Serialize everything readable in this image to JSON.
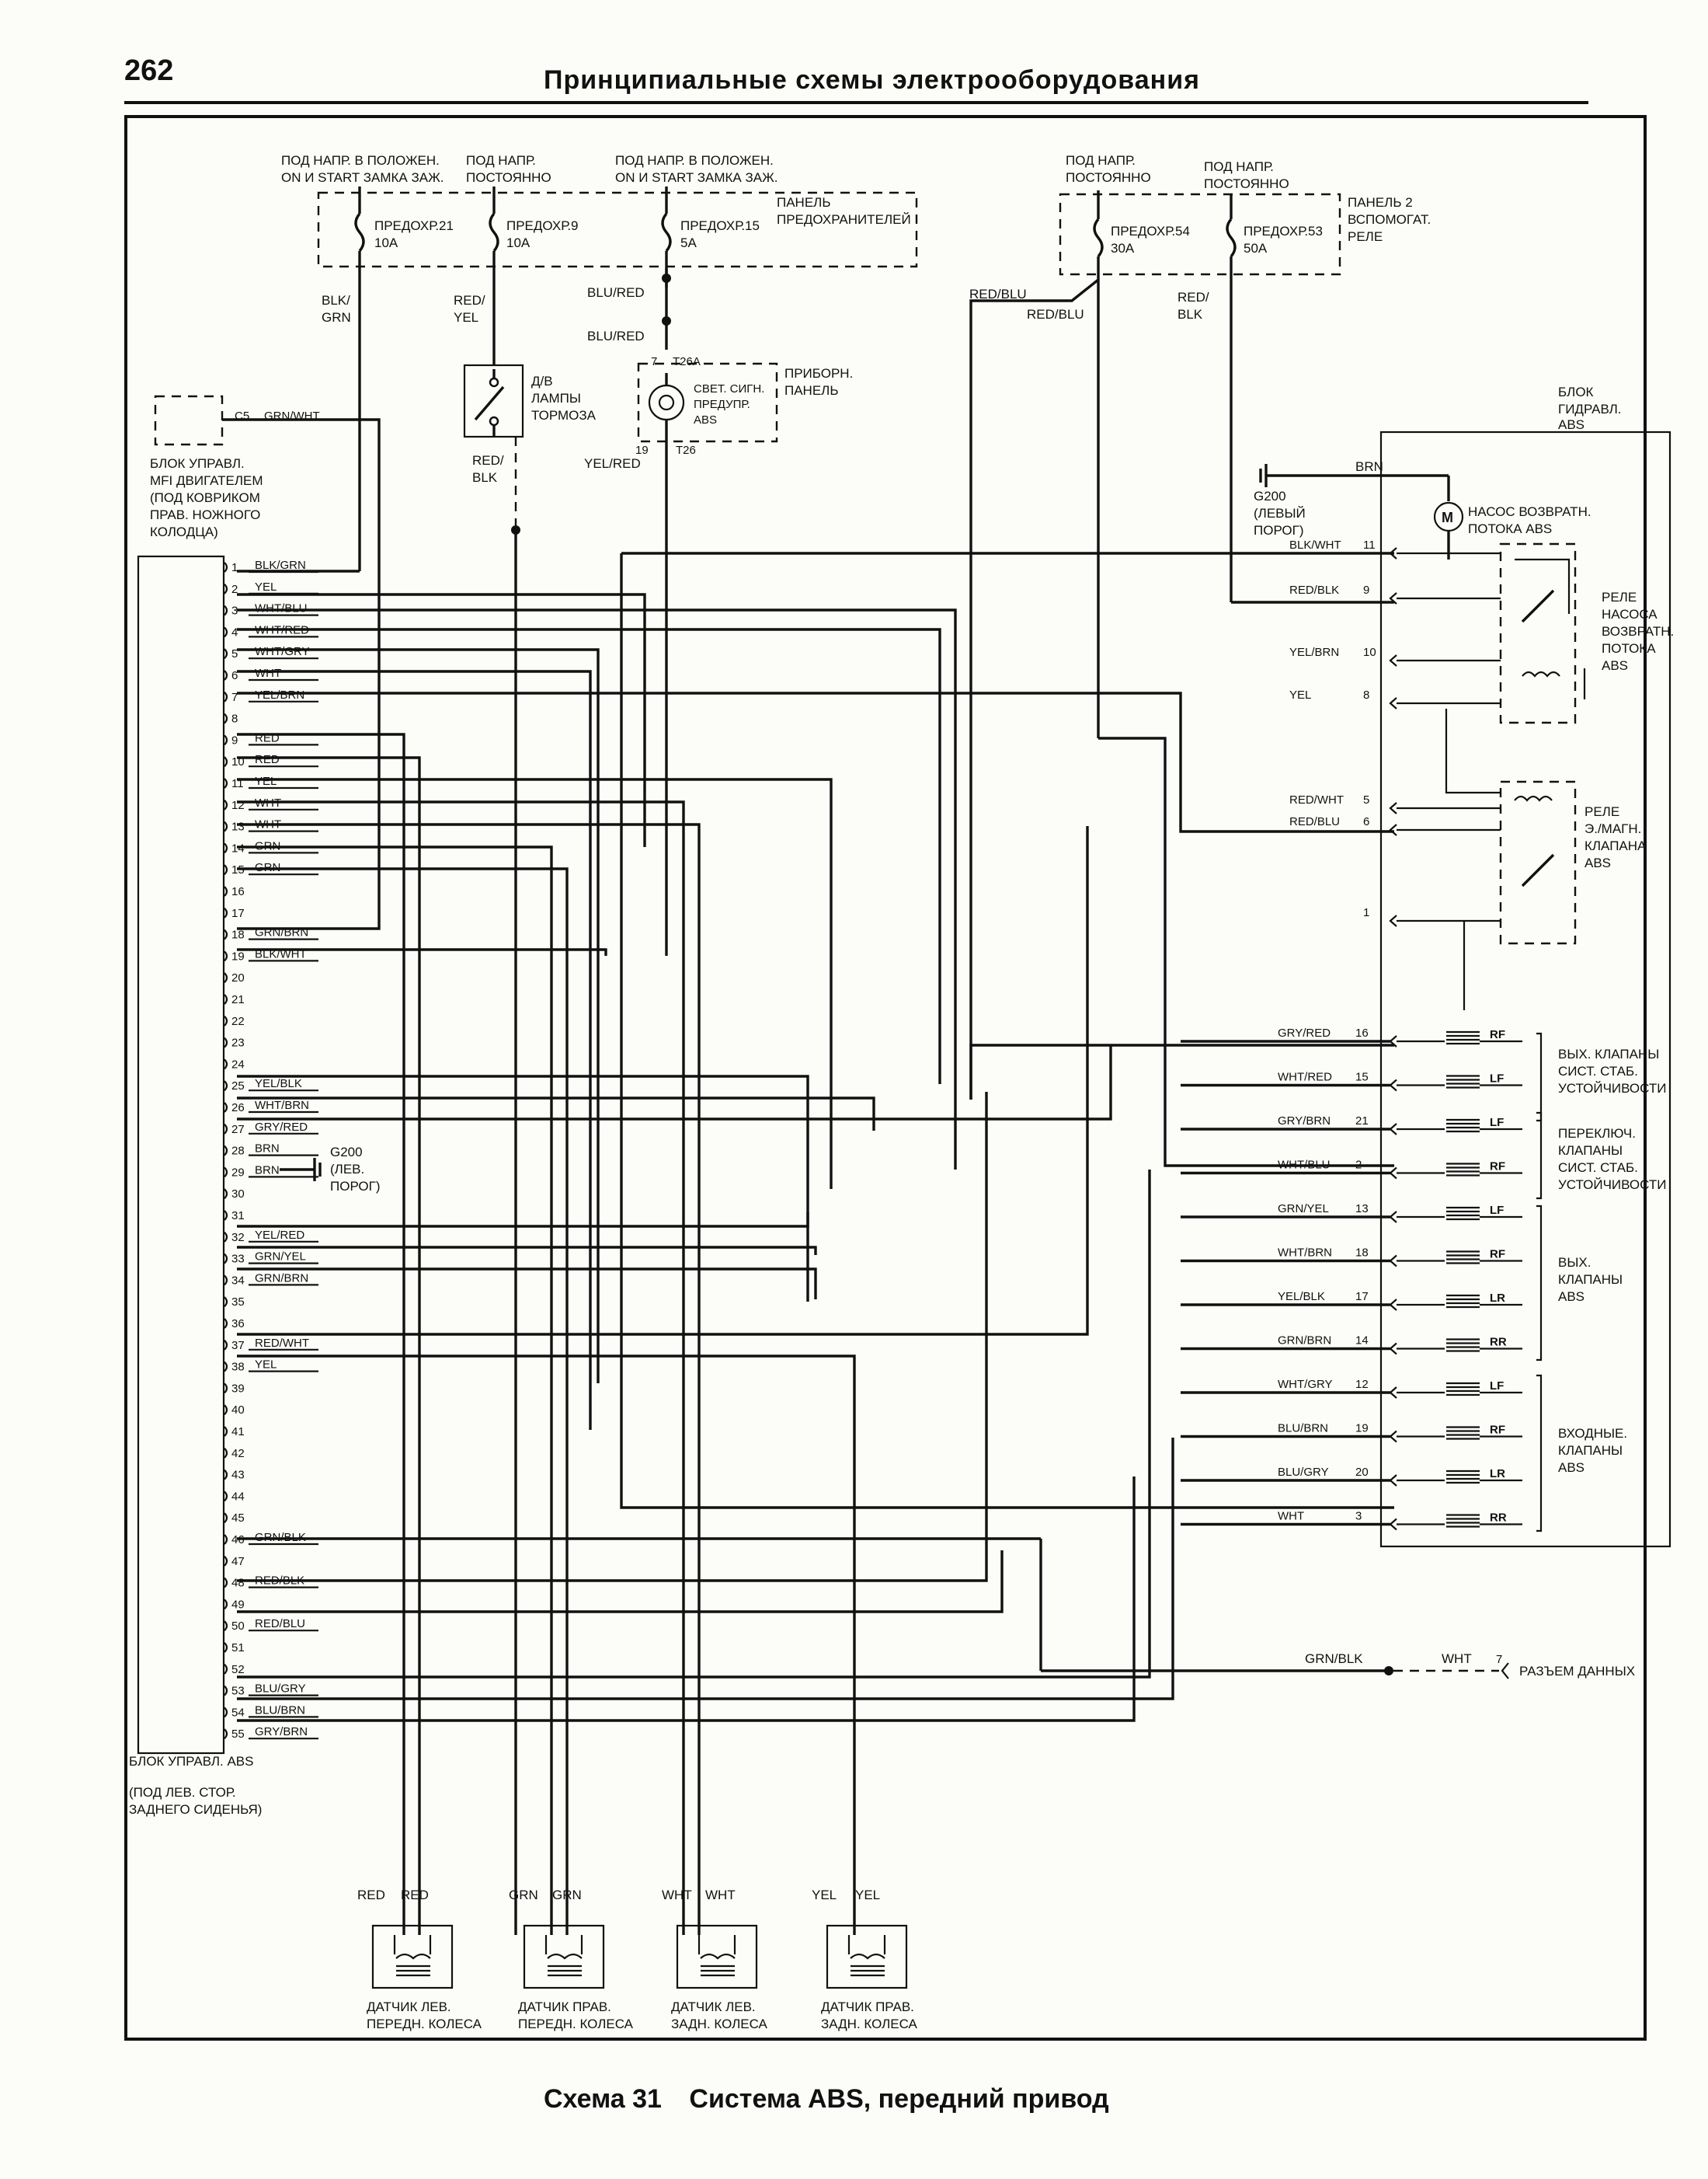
{
  "header": {
    "page_number": "262",
    "title": "Принципиальные схемы электрооборудования"
  },
  "caption": {
    "scheme_no": "Схема 31",
    "title": "Система ABS, передний привод"
  },
  "power": {
    "src1_l1": "ПОД НАПР. В ПОЛОЖЕН.",
    "src1_l2": "ON И START ЗАМКА ЗАЖ.",
    "src2_l1": "ПОД НАПР.",
    "src2_l2": "ПОСТОЯННО",
    "src3_l1": "ПОД НАПР. В ПОЛОЖЕН.",
    "src3_l2": "ON И START ЗАМКА ЗАЖ.",
    "src4_l1": "ПОД НАПР.",
    "src4_l2": "ПОСТОЯННО",
    "src5_l1": "ПОД НАПР.",
    "src5_l2": "ПОСТОЯННО"
  },
  "fuses": [
    {
      "name": "ПРЕДОХР.21",
      "rating": "10A"
    },
    {
      "name": "ПРЕДОХР.9",
      "rating": "10A"
    },
    {
      "name": "ПРЕДОХР.15",
      "rating": "5A"
    },
    {
      "name": "ПРЕДОХР.54",
      "rating": "30A"
    },
    {
      "name": "ПРЕДОХР.53",
      "rating": "50A"
    }
  ],
  "fuse_panel": {
    "l1": "ПАНЕЛЬ",
    "l2": "ПРЕДОХРАНИТЕЛЕЙ"
  },
  "relay_panel2": {
    "l1": "ПАНЕЛЬ 2",
    "l2": "ВСПОМОГАТ.",
    "l3": "РЕЛЕ"
  },
  "top_wires": {
    "blk_grn_1": "BLK/",
    "blk_grn_2": "GRN",
    "red_yel_1": "RED/",
    "red_yel_2": "YEL",
    "blu_red_a": "BLU/RED",
    "blu_red_b": "BLU/RED",
    "red_blu_a": "RED/BLU",
    "red_blu_b": "RED/BLU",
    "red_blk_1": "RED/",
    "red_blk_2": "BLK",
    "red_blk2_1": "RED/",
    "red_blk2_2": "BLK",
    "yel_red": "YEL/RED",
    "c5": "C5",
    "grn_wht": "GRN/WHT",
    "t26a": "T26A",
    "t26": "T26",
    "pin7": "7",
    "pin19": "19"
  },
  "brake_switch": {
    "l1": "Д/В",
    "l2": "ЛАМПЫ",
    "l3": "ТОРМОЗА"
  },
  "warning_lamp": {
    "l1": "СВЕТ. СИГН.",
    "l2": "ПРЕДУПР.",
    "l3": "ABS"
  },
  "instrument_panel": {
    "l1": "ПРИБОРН.",
    "l2": "ПАНЕЛЬ"
  },
  "mfi_block": {
    "l1": "БЛОК УПРАВЛ.",
    "l2": "MFI ДВИГАТЕЛЕМ",
    "l3": "(ПОД КОВРИКОМ",
    "l4": "ПРАВ. НОЖНОГО",
    "l5": "КОЛОДЦА)"
  },
  "ground_top": {
    "l1": "G200",
    "l2": "(ЛЕВЫЙ",
    "l3": "ПОРОГ)"
  },
  "ground_left": {
    "l1": "G200",
    "l2": "(ЛЕВ.",
    "l3": "ПОРОГ)"
  },
  "abs_controller": {
    "l1": "БЛОК УПРАВЛ. ABS",
    "l2": "(ПОД ЛЕВ. СТОР.",
    "l3": "ЗАДНЕГО СИДЕНЬЯ)"
  },
  "controller_pins": [
    {
      "n": "1",
      "c": "BLK/GRN"
    },
    {
      "n": "2",
      "c": "YEL"
    },
    {
      "n": "3",
      "c": "WHT/BLU"
    },
    {
      "n": "4",
      "c": "WHT/RED"
    },
    {
      "n": "5",
      "c": "WHT/GRY"
    },
    {
      "n": "6",
      "c": "WHT"
    },
    {
      "n": "7",
      "c": "YEL/BRN"
    },
    {
      "n": "8",
      "c": ""
    },
    {
      "n": "9",
      "c": "RED"
    },
    {
      "n": "10",
      "c": "RED"
    },
    {
      "n": "11",
      "c": "YEL"
    },
    {
      "n": "12",
      "c": "WHT"
    },
    {
      "n": "13",
      "c": "WHT"
    },
    {
      "n": "14",
      "c": "GRN"
    },
    {
      "n": "15",
      "c": "GRN"
    },
    {
      "n": "16",
      "c": ""
    },
    {
      "n": "17",
      "c": ""
    },
    {
      "n": "18",
      "c": "GRN/BRN"
    },
    {
      "n": "19",
      "c": "BLK/WHT"
    },
    {
      "n": "20",
      "c": ""
    },
    {
      "n": "21",
      "c": ""
    },
    {
      "n": "22",
      "c": ""
    },
    {
      "n": "23",
      "c": ""
    },
    {
      "n": "24",
      "c": ""
    },
    {
      "n": "25",
      "c": "YEL/BLK"
    },
    {
      "n": "26",
      "c": "WHT/BRN"
    },
    {
      "n": "27",
      "c": "GRY/RED"
    },
    {
      "n": "28",
      "c": "BRN"
    },
    {
      "n": "29",
      "c": "BRN"
    },
    {
      "n": "30",
      "c": ""
    },
    {
      "n": "31",
      "c": ""
    },
    {
      "n": "32",
      "c": "YEL/RED"
    },
    {
      "n": "33",
      "c": "GRN/YEL"
    },
    {
      "n": "34",
      "c": "GRN/BRN"
    },
    {
      "n": "35",
      "c": ""
    },
    {
      "n": "36",
      "c": ""
    },
    {
      "n": "37",
      "c": "RED/WHT"
    },
    {
      "n": "38",
      "c": "YEL"
    },
    {
      "n": "39",
      "c": ""
    },
    {
      "n": "40",
      "c": ""
    },
    {
      "n": "41",
      "c": ""
    },
    {
      "n": "42",
      "c": ""
    },
    {
      "n": "43",
      "c": ""
    },
    {
      "n": "44",
      "c": ""
    },
    {
      "n": "45",
      "c": ""
    },
    {
      "n": "46",
      "c": "GRN/BLK"
    },
    {
      "n": "47",
      "c": ""
    },
    {
      "n": "48",
      "c": "RED/BLK"
    },
    {
      "n": "49",
      "c": ""
    },
    {
      "n": "50",
      "c": "RED/BLU"
    },
    {
      "n": "51",
      "c": ""
    },
    {
      "n": "52",
      "c": ""
    },
    {
      "n": "53",
      "c": "BLU/GRY"
    },
    {
      "n": "54",
      "c": "BLU/BRN"
    },
    {
      "n": "55",
      "c": "GRY/BRN"
    }
  ],
  "hydraulic_unit": {
    "title1": "БЛОК",
    "title2": "ГИДРАВЛ.",
    "title3": "ABS",
    "brn": "BRN",
    "pump1": "НАСОС ВОЗВРАТН.",
    "pump2": "ПОТОКА ABS",
    "pump_relay": {
      "l1": "РЕЛЕ",
      "l2": "НАСОСА",
      "l3": "ВОЗВРАТН.",
      "l4": "ПОТОКА",
      "l5": "ABS"
    },
    "valve_relay": {
      "l1": "РЕЛЕ",
      "l2": "Э./МАГН.",
      "l3": "КЛАПАНА",
      "l4": "ABS"
    },
    "pins_upper": [
      {
        "c": "BLK/WHT",
        "n": "11"
      },
      {
        "c": "RED/BLK",
        "n": "9"
      },
      {
        "c": "YEL/BRN",
        "n": "10"
      },
      {
        "c": "YEL",
        "n": "8"
      },
      {
        "c": "RED/WHT",
        "n": "5"
      },
      {
        "c": "RED/BLU",
        "n": "6"
      },
      {
        "c": "",
        "n": "1"
      }
    ],
    "valves": [
      {
        "c": "GRY/RED",
        "n": "16",
        "w": "RF"
      },
      {
        "c": "WHT/RED",
        "n": "15",
        "w": "LF"
      },
      {
        "c": "GRY/BRN",
        "n": "21",
        "w": "LF"
      },
      {
        "c": "WHT/BLU",
        "n": "2",
        "w": "RF"
      },
      {
        "c": "GRN/YEL",
        "n": "13",
        "w": "LF"
      },
      {
        "c": "WHT/BRN",
        "n": "18",
        "w": "RF"
      },
      {
        "c": "YEL/BLK",
        "n": "17",
        "w": "LR"
      },
      {
        "c": "GRN/BRN",
        "n": "14",
        "w": "RR"
      },
      {
        "c": "WHT/GRY",
        "n": "12",
        "w": "LF"
      },
      {
        "c": "BLU/BRN",
        "n": "19",
        "w": "RF"
      },
      {
        "c": "BLU/GRY",
        "n": "20",
        "w": "LR"
      },
      {
        "c": "WHT",
        "n": "3",
        "w": "RR"
      }
    ],
    "groups": [
      {
        "l1": "ВЫХ. КЛАПАНЫ",
        "l2": "СИСТ. СТАБ.",
        "l3": "УСТОЙЧИВОСТИ"
      },
      {
        "l1": "ПЕРЕКЛЮЧ.",
        "l2": "КЛАПАНЫ",
        "l3": "СИСТ. СТАБ.",
        "l4": "УСТОЙЧИВОСТИ"
      },
      {
        "l1": "ВЫХ.",
        "l2": "КЛАПАНЫ",
        "l3": "ABS"
      },
      {
        "l1": "ВХОДНЫЕ.",
        "l2": "КЛАПАНЫ",
        "l3": "ABS"
      }
    ]
  },
  "data_link": {
    "wire1": "GRN/BLK",
    "wire2": "WHT",
    "pin": "7",
    "label": "РАЗЪЕМ ДАННЫХ"
  },
  "sensors": [
    {
      "w1": "RED",
      "w2": "RED",
      "l1": "ДАТЧИК ЛЕВ.",
      "l2": "ПЕРЕДН. КОЛЕСА"
    },
    {
      "w1": "GRN",
      "w2": "GRN",
      "l1": "ДАТЧИК ПРАВ.",
      "l2": "ПЕРЕДН. КОЛЕСА"
    },
    {
      "w1": "WHT",
      "w2": "WHT",
      "l1": "ДАТЧИК ЛЕВ.",
      "l2": "ЗАДН. КОЛЕСА"
    },
    {
      "w1": "YEL",
      "w2": "YEL",
      "l1": "ДАТЧИК ПРАВ.",
      "l2": "ЗАДН. КОЛЕСА"
    }
  ]
}
